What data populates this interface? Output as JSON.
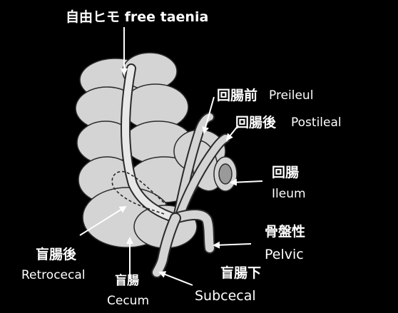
{
  "colors": {
    "background": "#000000",
    "organ_fill": "#d4d4d4",
    "organ_outline": "#2a2a2a",
    "arrow": "#ffffff",
    "text": "#ffffff"
  },
  "labels": {
    "free_taenia": "自由ヒモ  free taenia",
    "preileal_ja": "回腸前",
    "preileal_en": "Preileul",
    "postileal_ja": "回腸後",
    "postileal_en": "Postileal",
    "ileum_ja": "回腸",
    "ileum_en": "Ileum",
    "pelvic_ja": "骨盤性",
    "pelvic_en": "Pelvic",
    "retrocecal_ja": "盲腸後",
    "retrocecal_en": "Retrocecal",
    "cecum_ja": "盲腸",
    "cecum_en": "Cecum",
    "subcecal_ja": "盲腸下",
    "subcecal_en": "Subcecal"
  }
}
